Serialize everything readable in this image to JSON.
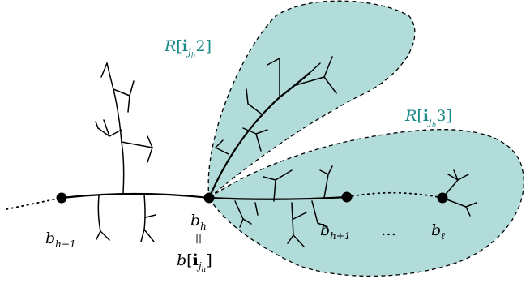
{
  "labels": {
    "region2": {
      "script": "R",
      "bracket_open": "[",
      "i": "i",
      "sub": "j",
      "subsub": "h",
      "num": "2",
      "bracket_close": "]"
    },
    "region3": {
      "script": "R",
      "bracket_open": "[",
      "i": "i",
      "sub": "j",
      "subsub": "h",
      "num": "3",
      "bracket_close": "]"
    },
    "b_prev": {
      "base": "b",
      "sub": "h−1"
    },
    "b_h": {
      "base": "b",
      "sub": "h"
    },
    "equals": "||",
    "b_index": {
      "base": "b",
      "open": "[",
      "i": "i",
      "sub": "j",
      "subsub": "h",
      "close": "]"
    },
    "b_next": {
      "base": "b",
      "sub": "h+1"
    },
    "ellipsis": "…",
    "b_ell": {
      "base": "b",
      "sub": "ℓ"
    }
  },
  "colors": {
    "region_fill": "#b2dcda",
    "region_label": "#1a8a86",
    "ink": "#000000"
  }
}
